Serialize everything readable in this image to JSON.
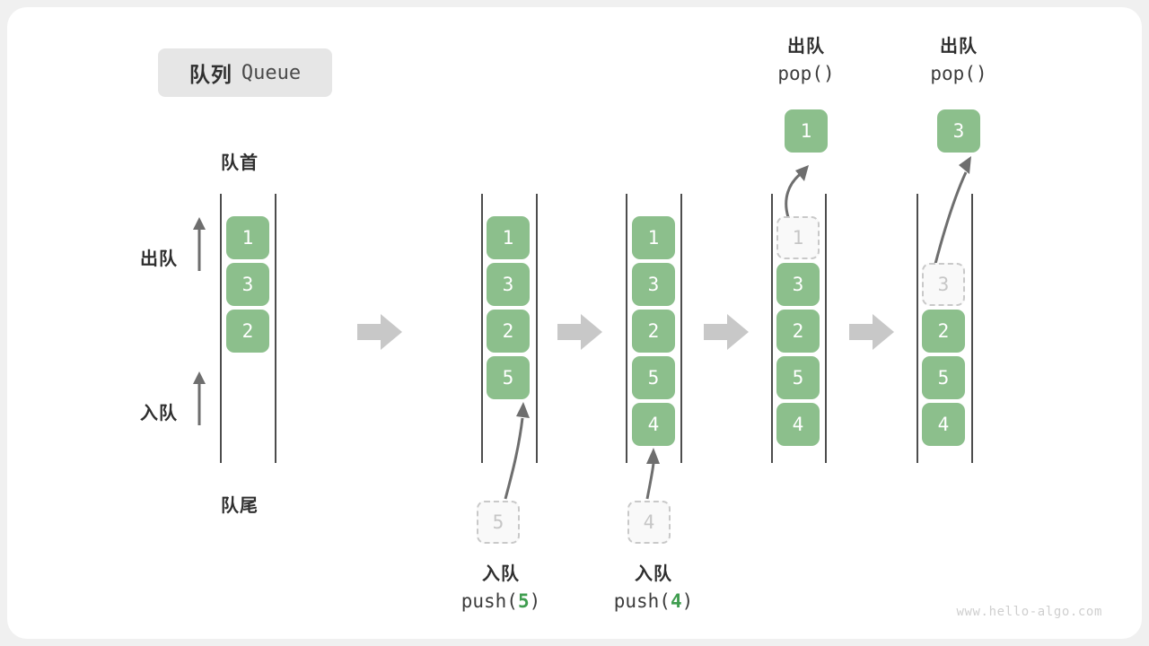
{
  "title": {
    "cn": "队列",
    "en": "Queue"
  },
  "labels": {
    "head": "队首",
    "tail": "队尾",
    "dequeue_side": "出队",
    "enqueue_side": "入队"
  },
  "colors": {
    "element_green": "#8cbf8c",
    "ghost_fill": "#f9f9f9",
    "ghost_border": "#c9c9c9",
    "rail": "#4d4d4d",
    "arrow_gray": "#6e6e6e",
    "step_arrow": "#c8c8c8",
    "badge_bg": "#e6e6e6",
    "code_arg": "#3f9d4f"
  },
  "panels": [
    {
      "name": "initial-queue",
      "items": [
        {
          "value": "1",
          "state": "solid"
        },
        {
          "value": "3",
          "state": "solid"
        },
        {
          "value": "2",
          "state": "solid"
        }
      ]
    },
    {
      "name": "after-push-5",
      "items": [
        {
          "value": "1",
          "state": "solid"
        },
        {
          "value": "3",
          "state": "solid"
        },
        {
          "value": "2",
          "state": "solid"
        },
        {
          "value": "5",
          "state": "solid"
        }
      ],
      "incoming": {
        "value": "5",
        "state": "ghost"
      },
      "caption": {
        "cn": "入队",
        "fn": "push(",
        "arg": "5",
        "fn_end": ")"
      }
    },
    {
      "name": "after-push-4",
      "items": [
        {
          "value": "1",
          "state": "solid"
        },
        {
          "value": "3",
          "state": "solid"
        },
        {
          "value": "2",
          "state": "solid"
        },
        {
          "value": "5",
          "state": "solid"
        },
        {
          "value": "4",
          "state": "solid"
        }
      ],
      "incoming": {
        "value": "4",
        "state": "ghost"
      },
      "caption": {
        "cn": "入队",
        "fn": "push(",
        "arg": "4",
        "fn_end": ")"
      }
    },
    {
      "name": "after-pop-1",
      "items": [
        {
          "value": "1",
          "state": "ghost"
        },
        {
          "value": "3",
          "state": "solid"
        },
        {
          "value": "2",
          "state": "solid"
        },
        {
          "value": "5",
          "state": "solid"
        },
        {
          "value": "4",
          "state": "solid"
        }
      ],
      "popped": {
        "value": "1",
        "state": "solid"
      },
      "caption": {
        "cn": "出队",
        "fn": "pop()"
      }
    },
    {
      "name": "after-pop-3",
      "items": [
        {
          "value": "",
          "state": "empty"
        },
        {
          "value": "3",
          "state": "ghost"
        },
        {
          "value": "2",
          "state": "solid"
        },
        {
          "value": "5",
          "state": "solid"
        },
        {
          "value": "4",
          "state": "solid"
        }
      ],
      "popped": {
        "value": "3",
        "state": "solid"
      },
      "caption": {
        "cn": "出队",
        "fn": "pop()"
      }
    }
  ],
  "watermark": "www.hello-algo.com"
}
